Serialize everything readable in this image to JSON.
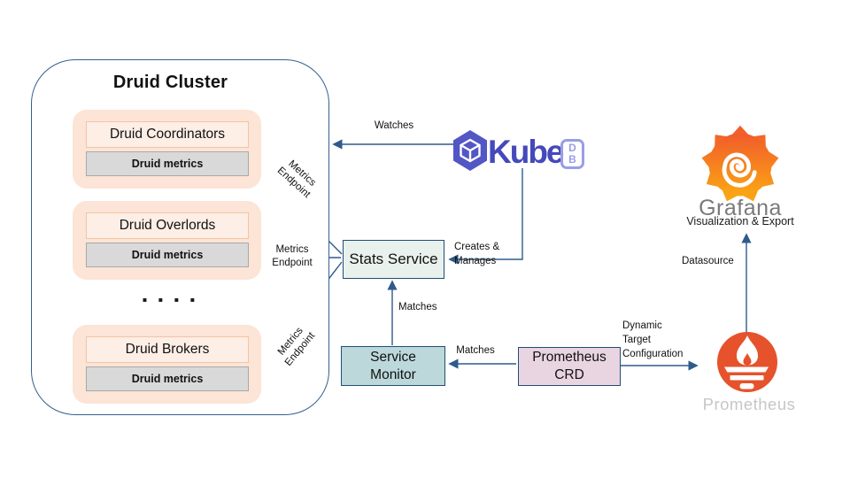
{
  "cluster": {
    "title": "Druid Cluster",
    "groups": [
      {
        "label": "Druid Coordinators",
        "metrics_label": "Druid metrics"
      },
      {
        "label": "Druid Overlords",
        "metrics_label": "Druid metrics"
      },
      {
        "label": "Druid Brokers",
        "metrics_label": "Druid metrics"
      }
    ],
    "ellipsis": "▪ ▪ ▪ ▪"
  },
  "nodes": {
    "stats_service": {
      "label": "Stats Service"
    },
    "service_monitor": {
      "label": "Service\nMonitor"
    },
    "prometheus_crd": {
      "label": "Prometheus\nCRD"
    }
  },
  "logos": {
    "kubedb": {
      "wordmark": "Kube",
      "badge": "D\nB"
    },
    "grafana": {
      "name": "Grafana",
      "tagline": "Visualization & Export"
    },
    "prometheus": {
      "name": "Prometheus"
    }
  },
  "edges": {
    "watches": "Watches",
    "creates_manages": "Creates &\nManages",
    "metrics_endpoint_coordinators": "Metrics\nEndpoint",
    "metrics_endpoint_overlords": "Metrics\nEndpoint",
    "metrics_endpoint_brokers": "Metrics\nEndpoint",
    "matches_service_monitor": "Matches",
    "matches_prometheus_crd": "Matches",
    "dynamic_target_configuration": "Dynamic\nTarget\nConfiguration",
    "datasource": "Datasource"
  },
  "colors": {
    "arrow_blue": "#2e5b8c",
    "node_border_navy": "#1f4e79",
    "cluster_border": "#33608f",
    "group_fill_peach": "#fce4d6",
    "group_label_fill": "#fdeee6",
    "metrics_fill_gray": "#d9d9d9",
    "stats_service_fill": "#e9f1ec",
    "service_monitor_fill": "#bcd8da",
    "prometheus_crd_fill": "#e9d4e1",
    "kubedb_indigo": "#4549bb",
    "kubedb_badge_lilac": "#9a9de6",
    "grafana_gradient_top": "#f15b2b",
    "grafana_gradient_bottom": "#fba714",
    "grafana_text_gray": "#7a7a7a",
    "prometheus_orange": "#e6522c",
    "prometheus_text_gray": "#c6c6c6"
  }
}
